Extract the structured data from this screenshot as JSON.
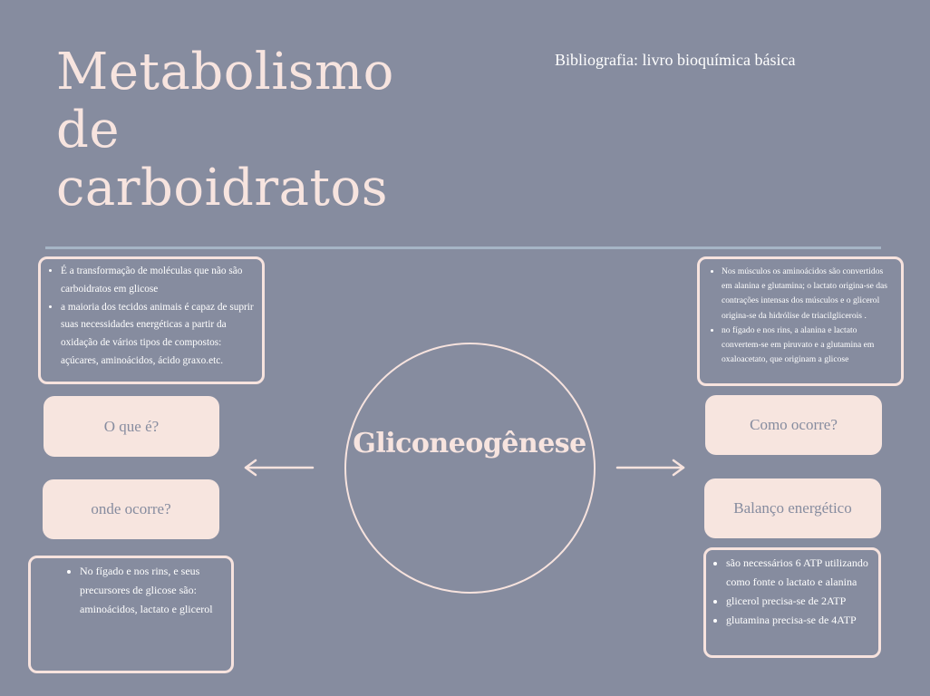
{
  "header": {
    "title_lines": [
      "Metabolismo",
      "de",
      "carboidratos"
    ],
    "bibliography": "Bibliografia: livro bioquímica básica"
  },
  "center": {
    "label": "Gliconeogênese"
  },
  "left": {
    "what_is": {
      "button_label": "O que é?",
      "bullets": [
        "É a transformação de moléculas que não são carboidratos em glicose",
        "a maioria dos tecidos animais é capaz de suprir suas necessidades energéticas a partir da oxidação de vários tipos de compostos: açúcares, aminoácidos, ácido graxo.etc."
      ]
    },
    "where": {
      "button_label": "onde ocorre?",
      "bullets": [
        "No fígado e nos rins, e seus precursores de glicose são: aminoácidos, lactato e glicerol"
      ]
    }
  },
  "right": {
    "how": {
      "button_label": "Como ocorre?",
      "bullets": [
        "Nos músculos os aminoácidos são convertidos em alanina e glutamina; o lactato origina-se das contrações intensas dos músculos e o glicerol origina-se da hidrólise de triacilglicerois .",
        "no fígado e nos rins, a alanina e lactato convertem-se em piruvato e a glutamina em oxaloacetato, que originam a glicose"
      ]
    },
    "energy_balance": {
      "button_label": "Balanço energético",
      "bullets": [
        "são  necessários 6 ATP utilizando como fonte o lactato e alanina",
        "glicerol precisa-se de 2ATP",
        "glutamina precisa-se de 4ATP"
      ]
    }
  },
  "icons": {
    "left_arrow": "arrow-left",
    "right_arrow": "arrow-right"
  },
  "colors": {
    "background": "#868c9f",
    "accent_pink": "#f7e5df",
    "divider": "#a6b5c6",
    "text_white": "#ffffff"
  }
}
